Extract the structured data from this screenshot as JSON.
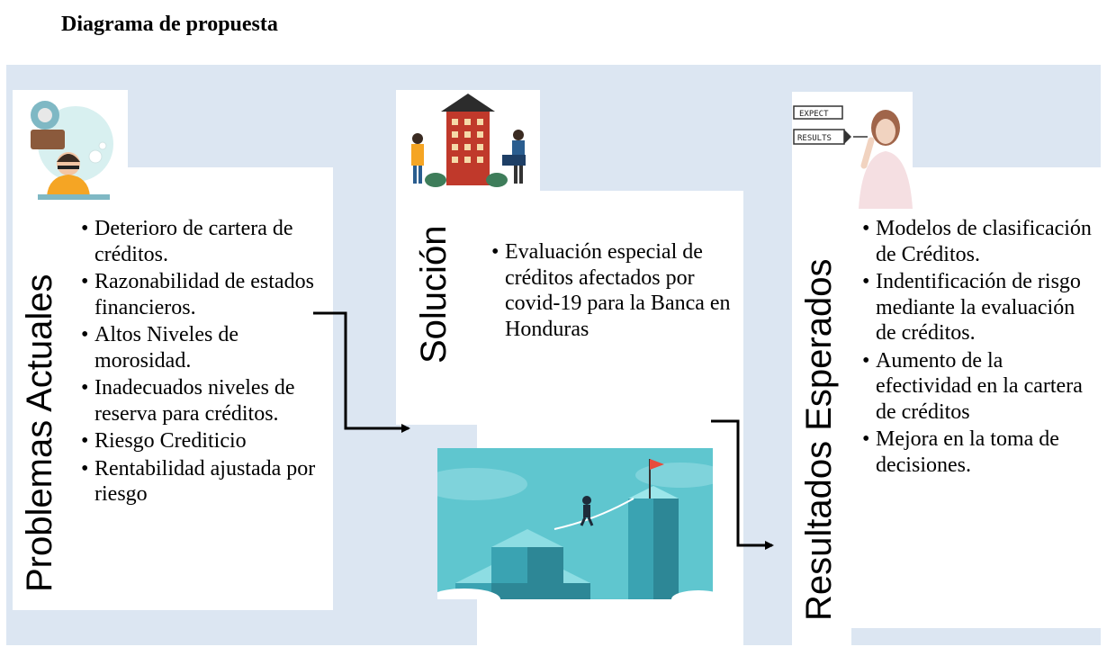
{
  "title": "Diagrama de propuesta",
  "columns": [
    {
      "heading": "Problemas Actuales",
      "items": [
        "Deterioro de cartera de créditos.",
        "Razonabilidad de estados financieros.",
        "Altos Niveles de morosidad.",
        "Inadecuados niveles de reserva para créditos.",
        "Riesgo Crediticio",
        "Rentabilidad ajustada por riesgo"
      ]
    },
    {
      "heading": "Solución",
      "items": [
        "Evaluación especial de créditos afectados por covid-19 para la Banca en Honduras"
      ]
    },
    {
      "heading": "Resultados Esperados",
      "items": [
        "Modelos de clasificación de Créditos.",
        "Indentificación de risgo mediante la evaluación de créditos.",
        "Aumento de la efectividad en la cartera de créditos",
        "Mejora en la toma de decisiones."
      ]
    }
  ],
  "image_text": {
    "expect": "EXPECT",
    "results": "RESULTS"
  },
  "colors": {
    "band": "#dce6f2",
    "arrow": "#000000",
    "teal": "#5fc6cf"
  }
}
